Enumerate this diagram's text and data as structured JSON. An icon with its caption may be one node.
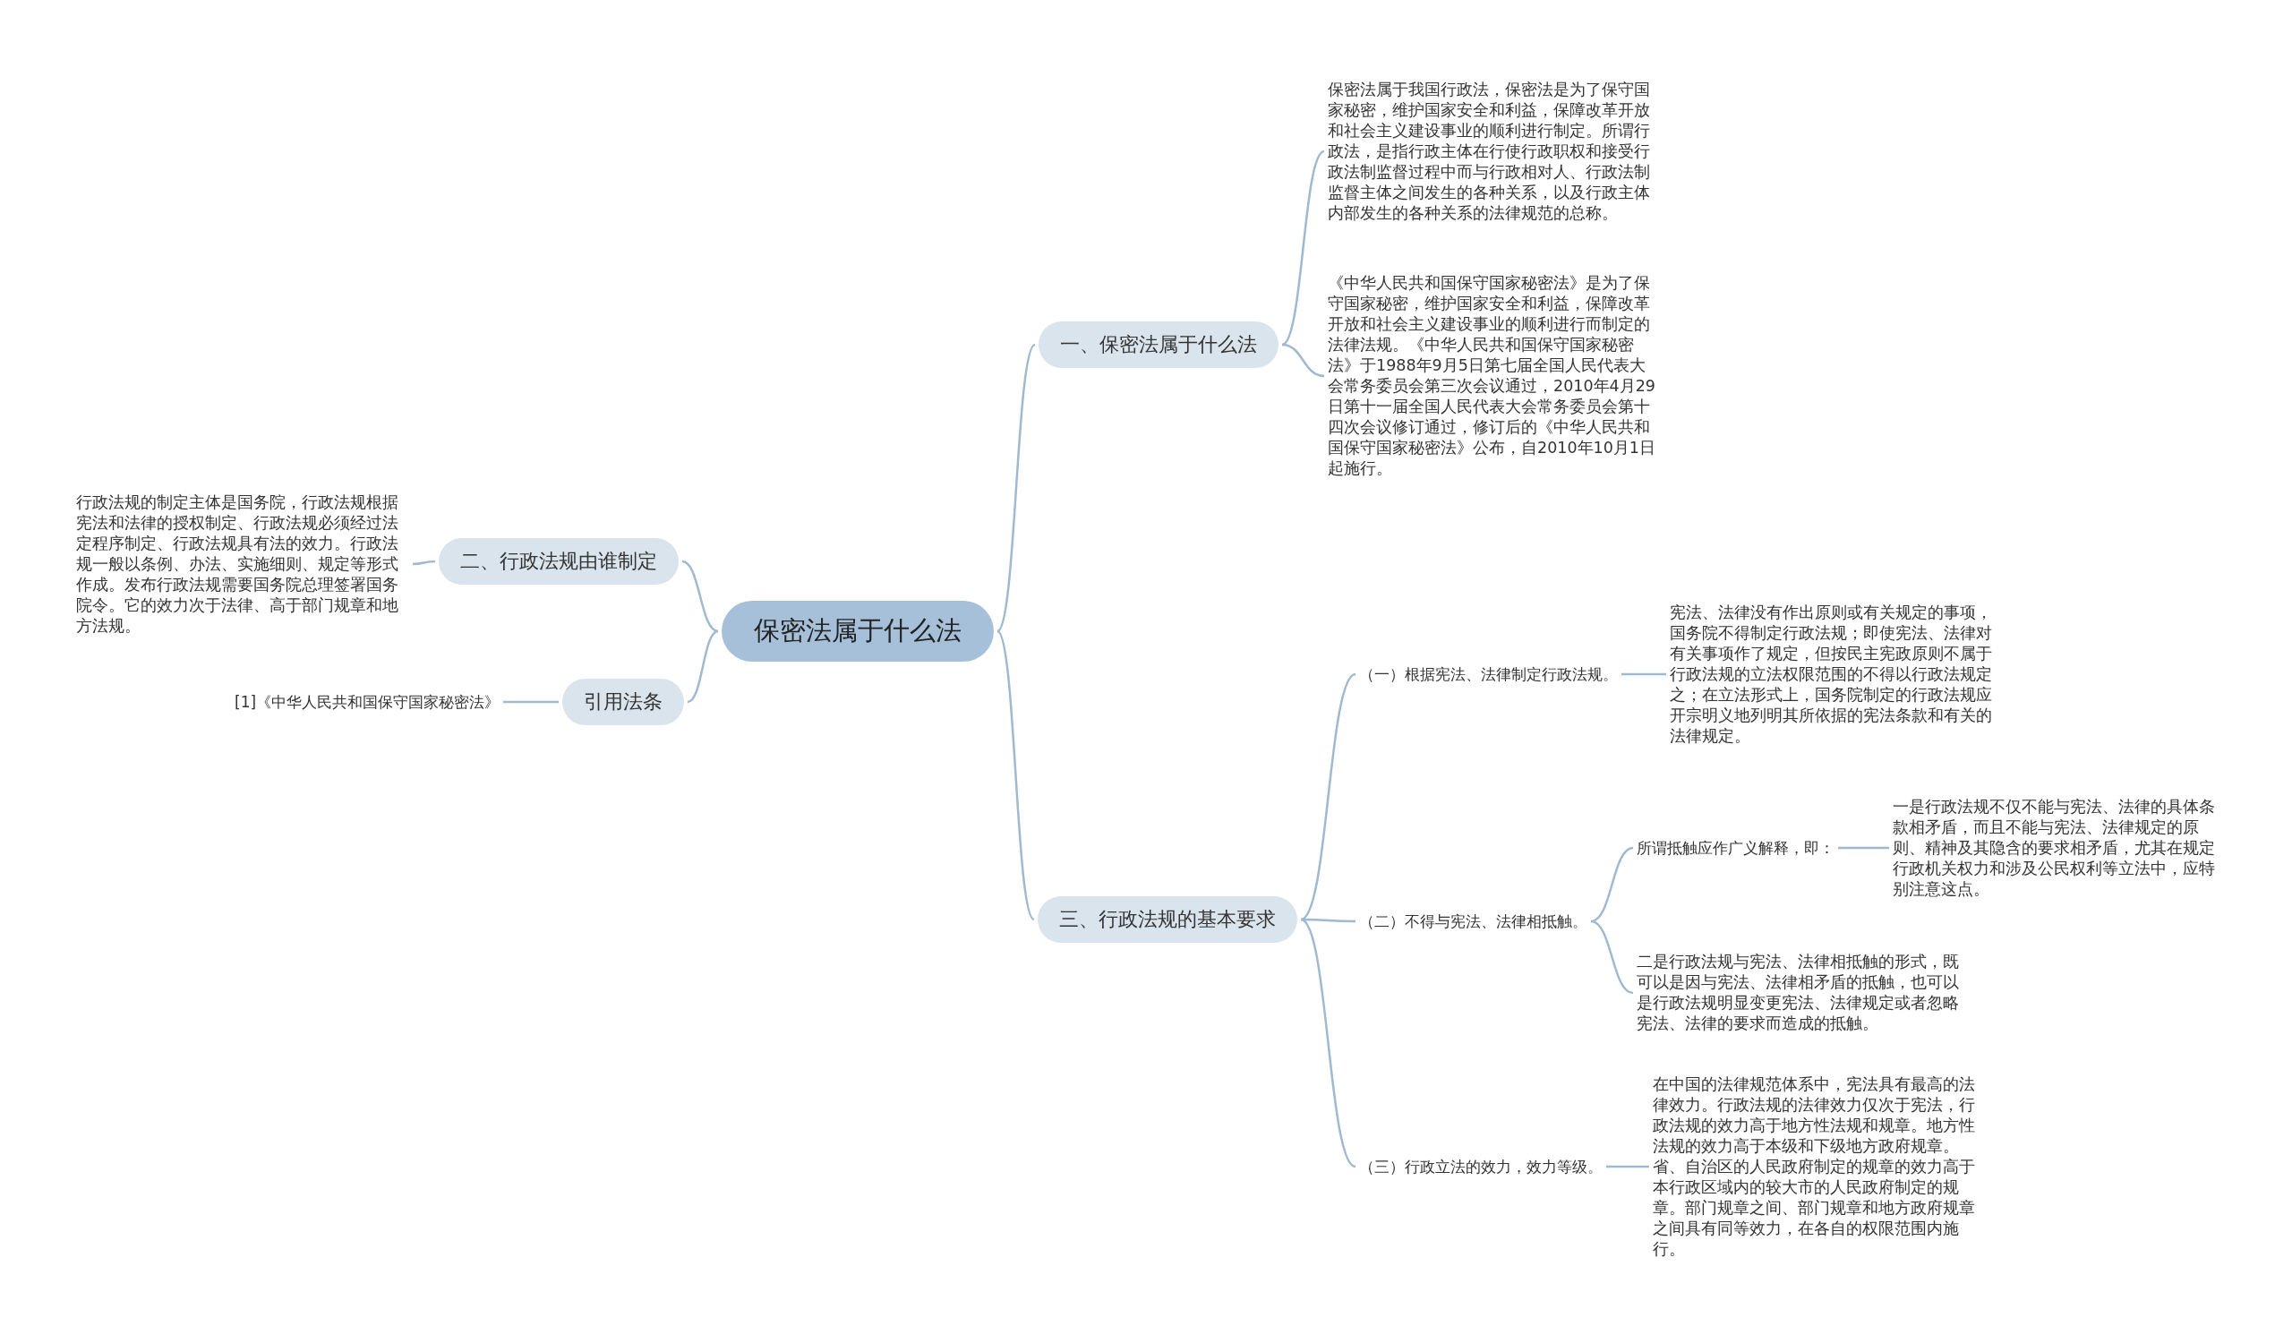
{
  "diagram": {
    "nodes": [
      {
        "text": [
          "保密法属于什么法"
        ]
      },
      {
        "text": [
          "一、保密法属于什么法"
        ]
      },
      {
        "text": [
          "保密法属于我国行政法，保密法是为了保守国家秘密，维护国家安全和利益，保障改革开放和社会主义建设事业的顺利进行制定。所谓行政法，是指行政主体在行使行政职权和接受行政法制监督过程中而与行政相对人、行政法制监督主体之间发生的各种关系，以及行政主体内部发生的各种关系的法律规范的总称。"
        ]
      },
      {
        "text": [
          "《中华人民共和国保守国家秘密法》是为了保守国家秘密，维护国家安全和利益，保障改革开放和社会主义建设事业的顺利进行而制定的法律法规。《中华人民共和国保守国家秘密法》于1988年9月5日第七届全国人民代表大会常务委员会第三次会议通过，2010年4月29日第十一届全国人民代表大会常务委员会第十四次会议修订通过，修订后的《中华人民共和国保守国家秘密法》公布，自2010年10月1日起施行。"
        ]
      },
      {
        "text": [
          "二、行政法规由谁制定"
        ]
      },
      {
        "text": [
          "行政法规的制定主体是国务院，行政法规根据宪法和法律的授权制定、行政法规必须经过法定程序制定、行政法规具有法的效力。行政法规一般以条例、办法、实施细则、规定等形式作成。发布行政法规需要国务院总理签署国务院令。它的效力次于法律、高于部门规章和地方法规。"
        ]
      },
      {
        "text": [
          "引用法条"
        ]
      },
      {
        "text": [
          "[1]《中华人民共和国保守国家秘密法》"
        ]
      },
      {
        "text": [
          "三、行政法规的基本要求"
        ]
      },
      {
        "text": [
          "（一）根据宪法、法律制定行政法规。"
        ]
      },
      {
        "text": [
          "宪法、法律没有作出原则或有关规定的事项，国务院不得制定行政法规；即使宪法、法律对有关事项作了规定，但按民主宪政原则不属于行政法规的立法权限范围的不得以行政法规定之；在立法形式上，国务院制定的行政法规应开宗明义地列明其所依据的宪法条款和有关的法律规定。"
        ]
      },
      {
        "text": [
          "（二）不得与宪法、法律相抵触。"
        ]
      },
      {
        "text": [
          "所谓抵触应作广义解释，即："
        ]
      },
      {
        "text": [
          "一是行政法规不仅不能与宪法、法律的具体条款相矛盾，而且不能与宪法、法律规定的原则、精神及其隐含的要求相矛盾，尤其在规定行政机关权力和涉及公民权利等立法中，应特别注意这点。"
        ]
      },
      {
        "text": [
          "二是行政法规与宪法、法律相抵触的形式，既可以是因与宪法、法律相矛盾的抵触，也可以是行政法规明显变更宪法、法律规定或者忽略宪法、法律的要求而造成的抵触。"
        ]
      },
      {
        "text": [
          "（三）行政立法的效力，效力等级。"
        ]
      },
      {
        "text": [
          "在中国的法律规范体系中，宪法具有最高的法律效力。行政法规的法律效力仅次于宪法，行政法规的效力高于地方性法规和规章。地方性法规的效力高于本级和下级地方政府规章。省、自治区的人民政府制定的规章的效力高于本行政区域内的较大市的人民政府制定的规章。部门规章之间、部门规章和地方政府规章之间具有同等效力，在各自的权限范围内施行。"
        ]
      }
    ],
    "edges": [
      {
        "from": 0,
        "to": 1,
        "arrow": "none"
      },
      {
        "from": 0,
        "to": 4,
        "arrow": "none"
      },
      {
        "from": 0,
        "to": 6,
        "arrow": "none"
      },
      {
        "from": 0,
        "to": 8,
        "arrow": "none"
      },
      {
        "from": 1,
        "to": 2,
        "arrow": "none"
      },
      {
        "from": 1,
        "to": 3,
        "arrow": "none"
      },
      {
        "from": 4,
        "to": 5,
        "arrow": "none"
      },
      {
        "from": 6,
        "to": 7,
        "arrow": "none"
      },
      {
        "from": 8,
        "to": 9,
        "arrow": "none"
      },
      {
        "from": 8,
        "to": 11,
        "arrow": "none"
      },
      {
        "from": 8,
        "to": 15,
        "arrow": "none"
      },
      {
        "from": 9,
        "to": 10,
        "arrow": "none"
      },
      {
        "from": 11,
        "to": 12,
        "arrow": "none"
      },
      {
        "from": 11,
        "to": 14,
        "arrow": "none"
      },
      {
        "from": 12,
        "to": 13,
        "arrow": "none"
      },
      {
        "from": 15,
        "to": 16,
        "arrow": "none"
      }
    ]
  }
}
